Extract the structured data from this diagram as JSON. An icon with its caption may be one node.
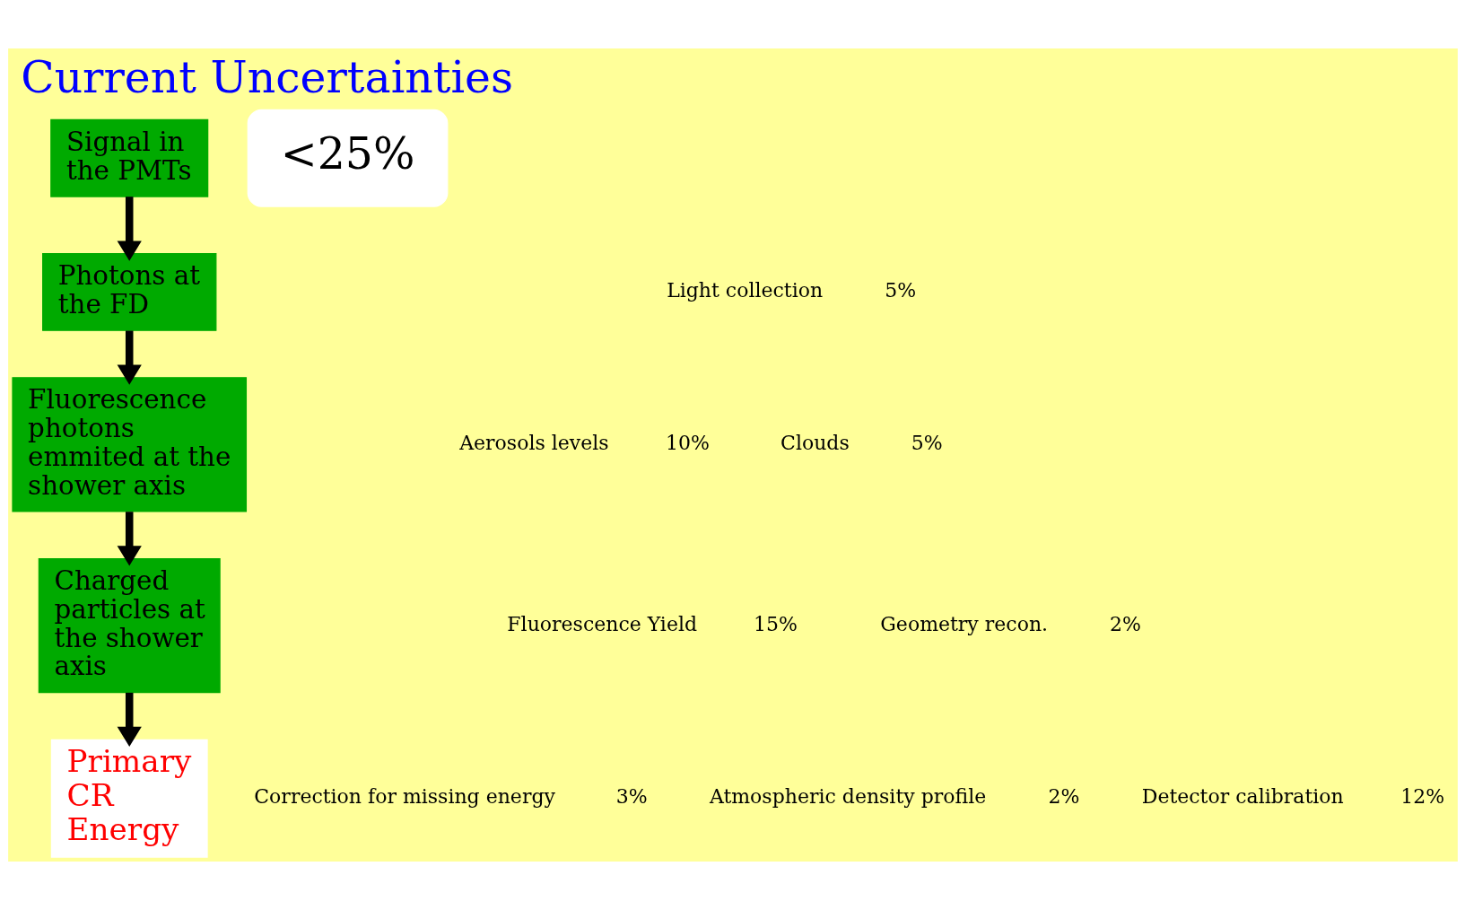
{
  "diagram": {
    "title": "Current Uncertainties",
    "nodes": [
      {
        "text": [
          "Signal in the PMTs"
        ]
      },
      {
        "text": [
          "Photons at the FD"
        ]
      },
      {
        "text": [
          "Fluorescence photons emmited at the shower axis"
        ]
      },
      {
        "text": [
          "<25%"
        ]
      },
      {
        "text": [
          "Charged particles at the shower axis"
        ]
      },
      {
        "text": [
          "Primary CR Energy"
        ]
      }
    ],
    "edges": [
      {
        "from": 0,
        "to": 1,
        "arrow": "to"
      },
      {
        "from": 1,
        "to": 2,
        "arrow": "to"
      },
      {
        "from": 2,
        "to": 4,
        "arrow": "to"
      },
      {
        "from": 4,
        "to": 5,
        "arrow": "to"
      }
    ],
    "labels": [
      "Detector calibration",
      "12%",
      "Light collection",
      "5%",
      "Geometry recon.",
      "2%",
      "Aerosols levels",
      "10%",
      "Clouds",
      "5%",
      "Atmospheric density profile",
      "2%",
      "Fluorescence Yield",
      "15%",
      "Correction for missing energy",
      "3%"
    ]
  }
}
